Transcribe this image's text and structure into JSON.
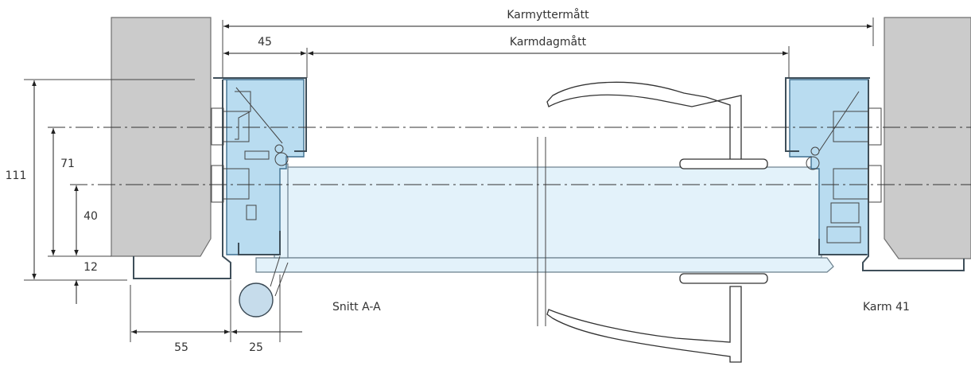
{
  "labels": {
    "outer_frame": "Karmyttermått",
    "inner_frame": "Karmdagmått",
    "width_45": "45",
    "dim_111": "111",
    "dim_71": "71",
    "dim_40": "40",
    "dim_12": "12",
    "dim_55": "55",
    "dim_25": "25",
    "section": "Snitt A-A",
    "frame_type": "Karm 41"
  }
}
